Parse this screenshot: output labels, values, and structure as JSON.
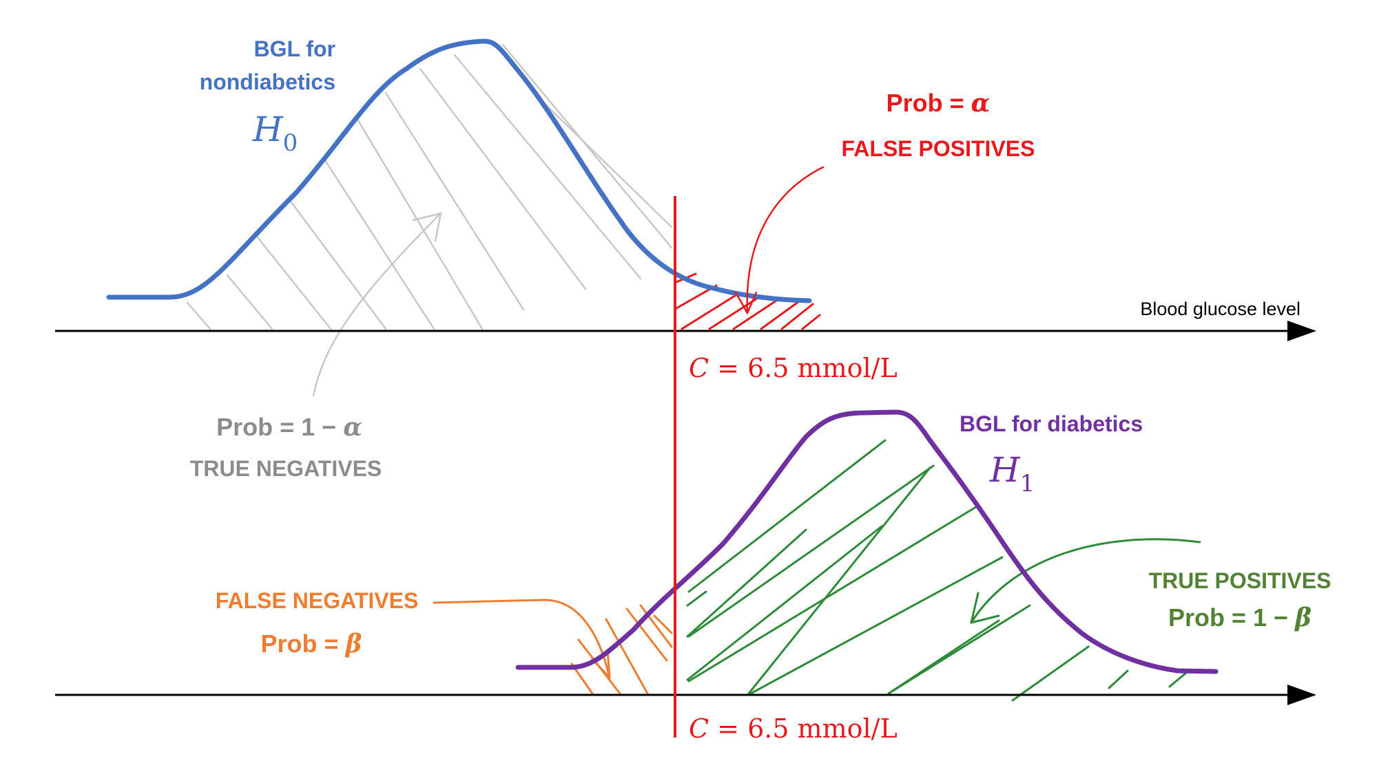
{
  "colors": {
    "h0_curve": "#4472C4",
    "h1_curve": "#7030A0",
    "critical_line": "#E8191A",
    "true_negative": "#8C8C8C",
    "true_positive": "#548235",
    "true_positive_hatch": "#2E8B3A",
    "false_negative": "#ED7D31",
    "axis": "#000000"
  },
  "top_panel": {
    "curve_label_line1": "BGL for",
    "curve_label_line2": "nondiabetics",
    "hypothesis_symbol": "H",
    "hypothesis_subscript": "0",
    "axis_label": "Blood glucose level",
    "false_positive": {
      "prob_text": "Prob = ",
      "prob_symbol": "α",
      "label": "FALSE POSITIVES"
    },
    "true_negative": {
      "prob_text": "Prob = 1 − ",
      "prob_symbol": "α",
      "label": "TRUE NEGATIVES"
    },
    "critical_value": {
      "symbol": "C",
      "value_text": " = 6.5 mmol/L"
    }
  },
  "bottom_panel": {
    "curve_label": "BGL for diabetics",
    "hypothesis_symbol": "H",
    "hypothesis_subscript": "1",
    "false_negative": {
      "label": "FALSE NEGATIVES",
      "prob_text": "Prob = ",
      "prob_symbol": "β"
    },
    "true_positive": {
      "label": "TRUE POSITIVES",
      "prob_text": "Prob = 1 − ",
      "prob_symbol": "β"
    },
    "critical_value": {
      "symbol": "C",
      "value_text": " = 6.5 mmol/L"
    }
  }
}
